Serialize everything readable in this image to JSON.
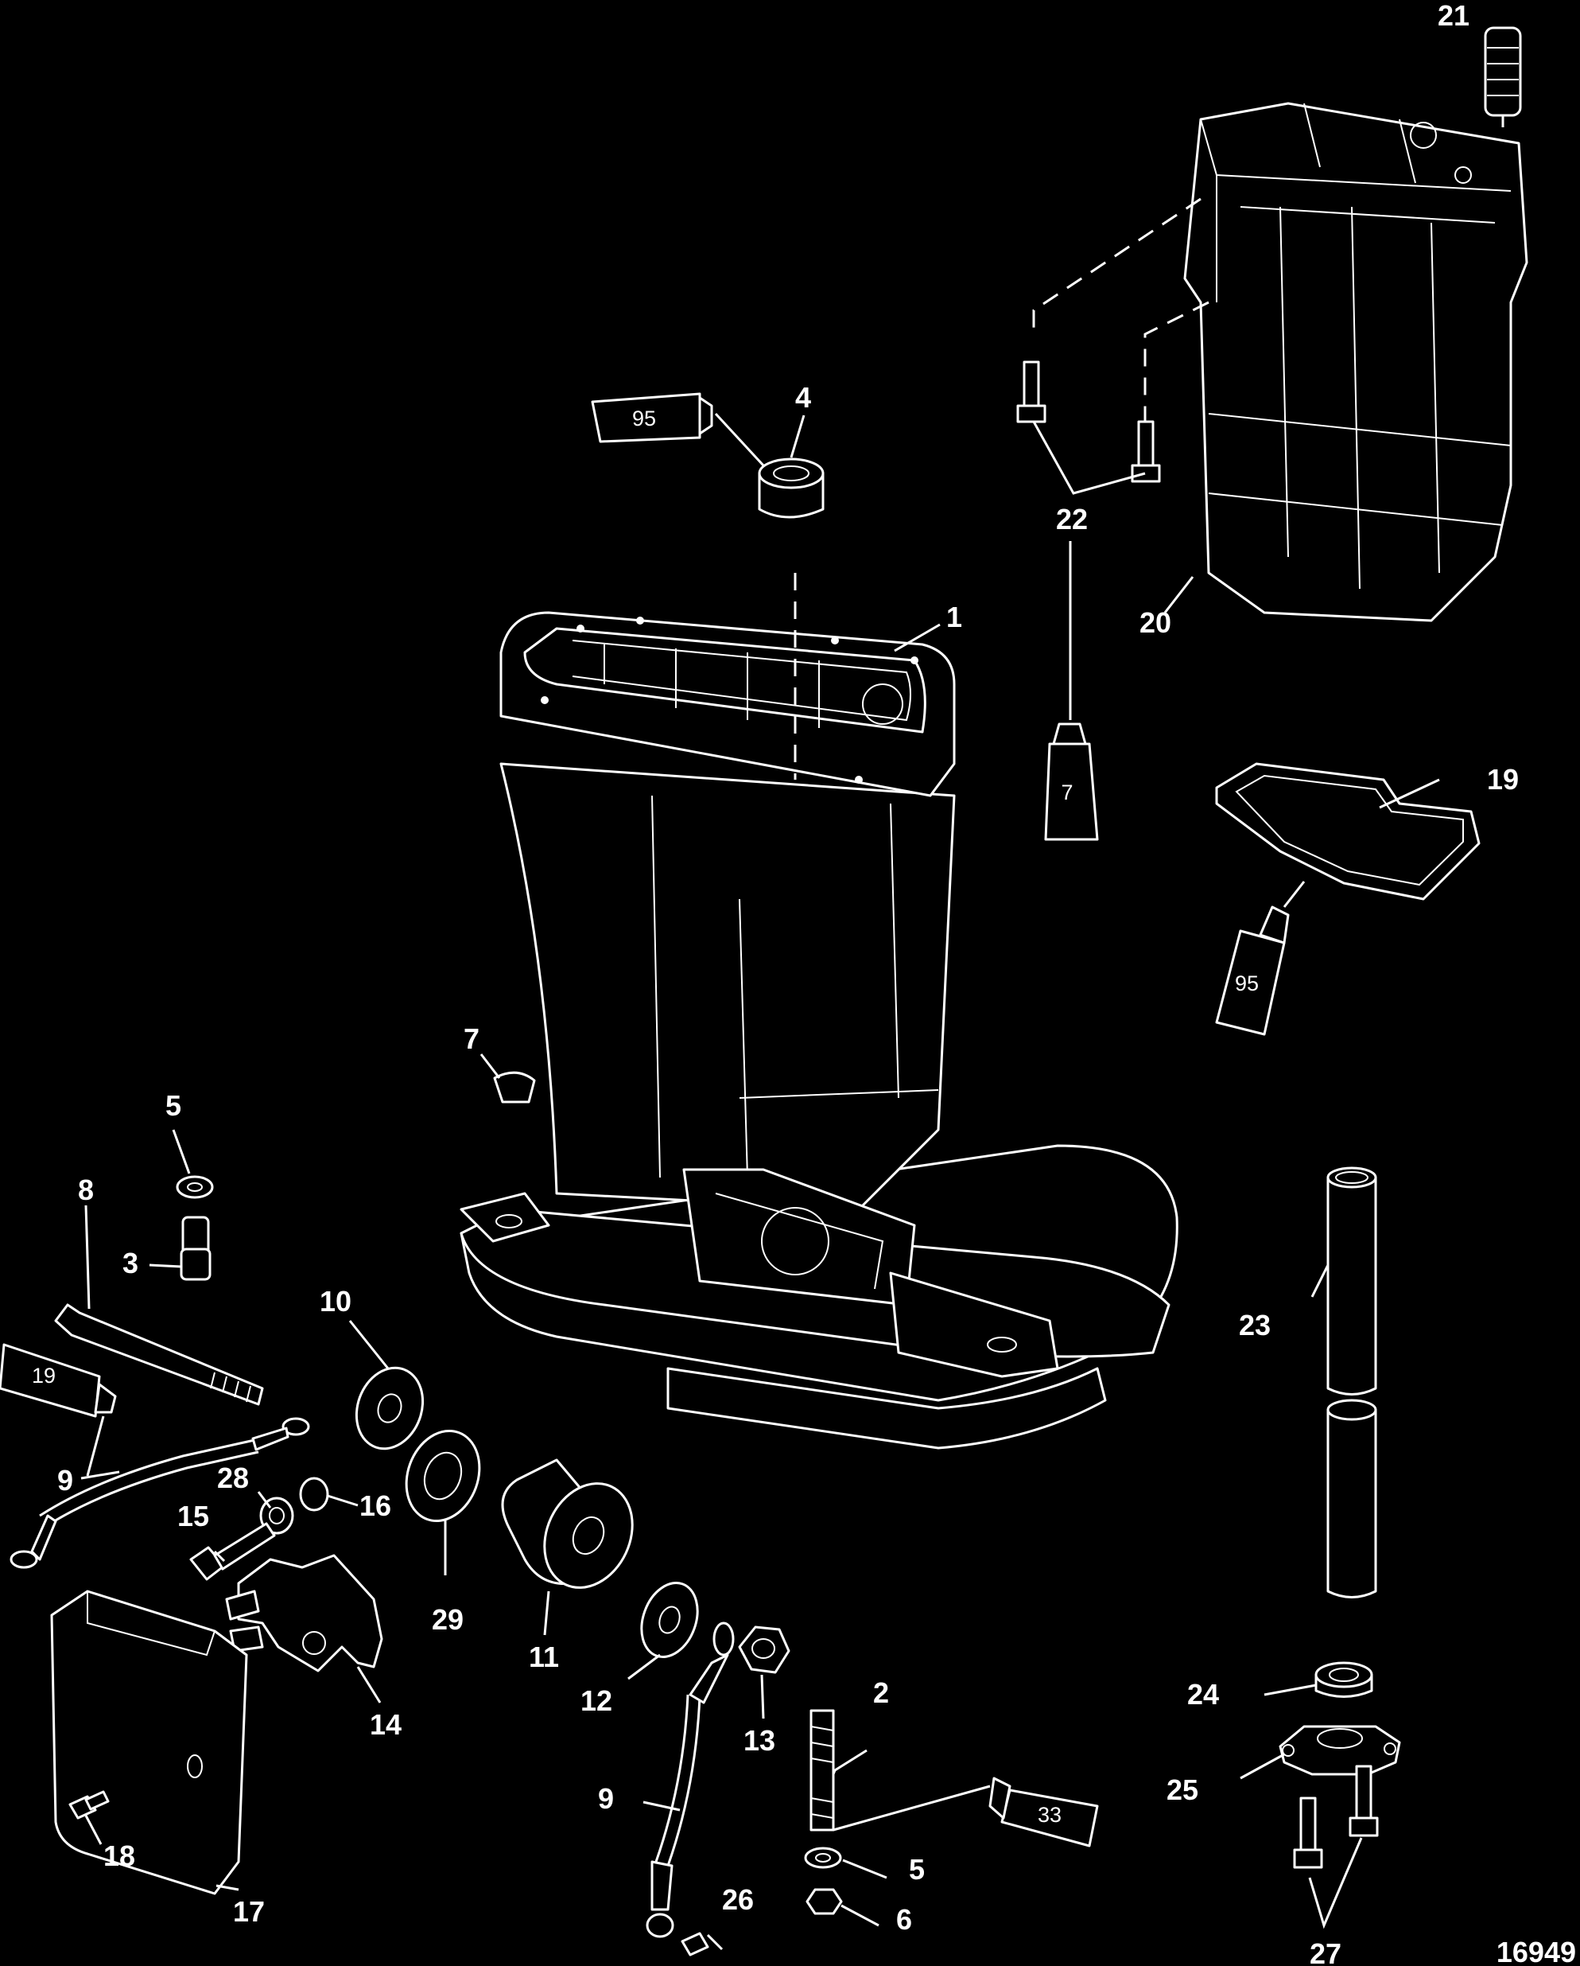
{
  "diagram_id": "16949",
  "colors": {
    "background": "#000000",
    "ink": "#ffffff"
  },
  "callouts": {
    "c1": "1",
    "c2": "2",
    "c3": "3",
    "c4": "4",
    "c5a": "5",
    "c5b": "5",
    "c6": "6",
    "c7a": "7",
    "c8": "8",
    "c9a": "9",
    "c9b": "9",
    "c10": "10",
    "c11": "11",
    "c12": "12",
    "c13": "13",
    "c14": "14",
    "c15": "15",
    "c16": "16",
    "c17": "17",
    "c18": "18",
    "c19": "19",
    "c20": "20",
    "c21": "21",
    "c22": "22",
    "c23": "23",
    "c24": "24",
    "c25": "25",
    "c26": "26",
    "c27": "27",
    "c28": "28",
    "c29": "29"
  },
  "tubes": {
    "t95a": "95",
    "t7": "7",
    "t95b": "95",
    "t19": "19",
    "t33": "33"
  }
}
